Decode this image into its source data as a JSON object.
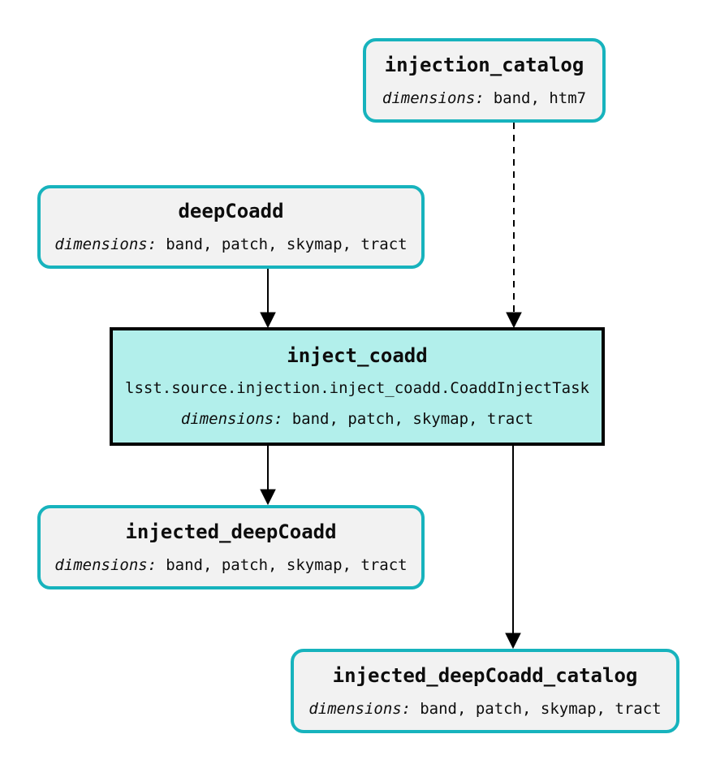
{
  "diagram": {
    "nodes": [
      {
        "id": "injection_catalog",
        "kind": "dataset",
        "title": "injection_catalog",
        "dimensions_label": "dimensions:",
        "dimensions": "band, htm7"
      },
      {
        "id": "deepCoadd",
        "kind": "dataset",
        "title": "deepCoadd",
        "dimensions_label": "dimensions:",
        "dimensions": "band, patch, skymap, tract"
      },
      {
        "id": "inject_coadd",
        "kind": "task",
        "title": "inject_coadd",
        "task_class": "lsst.source.injection.inject_coadd.CoaddInjectTask",
        "dimensions_label": "dimensions:",
        "dimensions": "band, patch, skymap, tract"
      },
      {
        "id": "injected_deepCoadd",
        "kind": "dataset",
        "title": "injected_deepCoadd",
        "dimensions_label": "dimensions:",
        "dimensions": "band, patch, skymap, tract"
      },
      {
        "id": "injected_deepCoadd_catalog",
        "kind": "dataset",
        "title": "injected_deepCoadd_catalog",
        "dimensions_label": "dimensions:",
        "dimensions": "band, patch, skymap, tract"
      }
    ],
    "edges": [
      {
        "from": "injection_catalog",
        "to": "inject_coadd",
        "style": "dashed"
      },
      {
        "from": "deepCoadd",
        "to": "inject_coadd",
        "style": "solid"
      },
      {
        "from": "inject_coadd",
        "to": "injected_deepCoadd",
        "style": "solid"
      },
      {
        "from": "inject_coadd",
        "to": "injected_deepCoadd_catalog",
        "style": "solid"
      }
    ],
    "colors": {
      "dataset_border": "#17B3BD",
      "dataset_fill": "#F2F2F2",
      "task_border": "#000000",
      "task_fill": "#B2EFEB",
      "edge": "#000000",
      "background": "#FFFFFF"
    }
  }
}
